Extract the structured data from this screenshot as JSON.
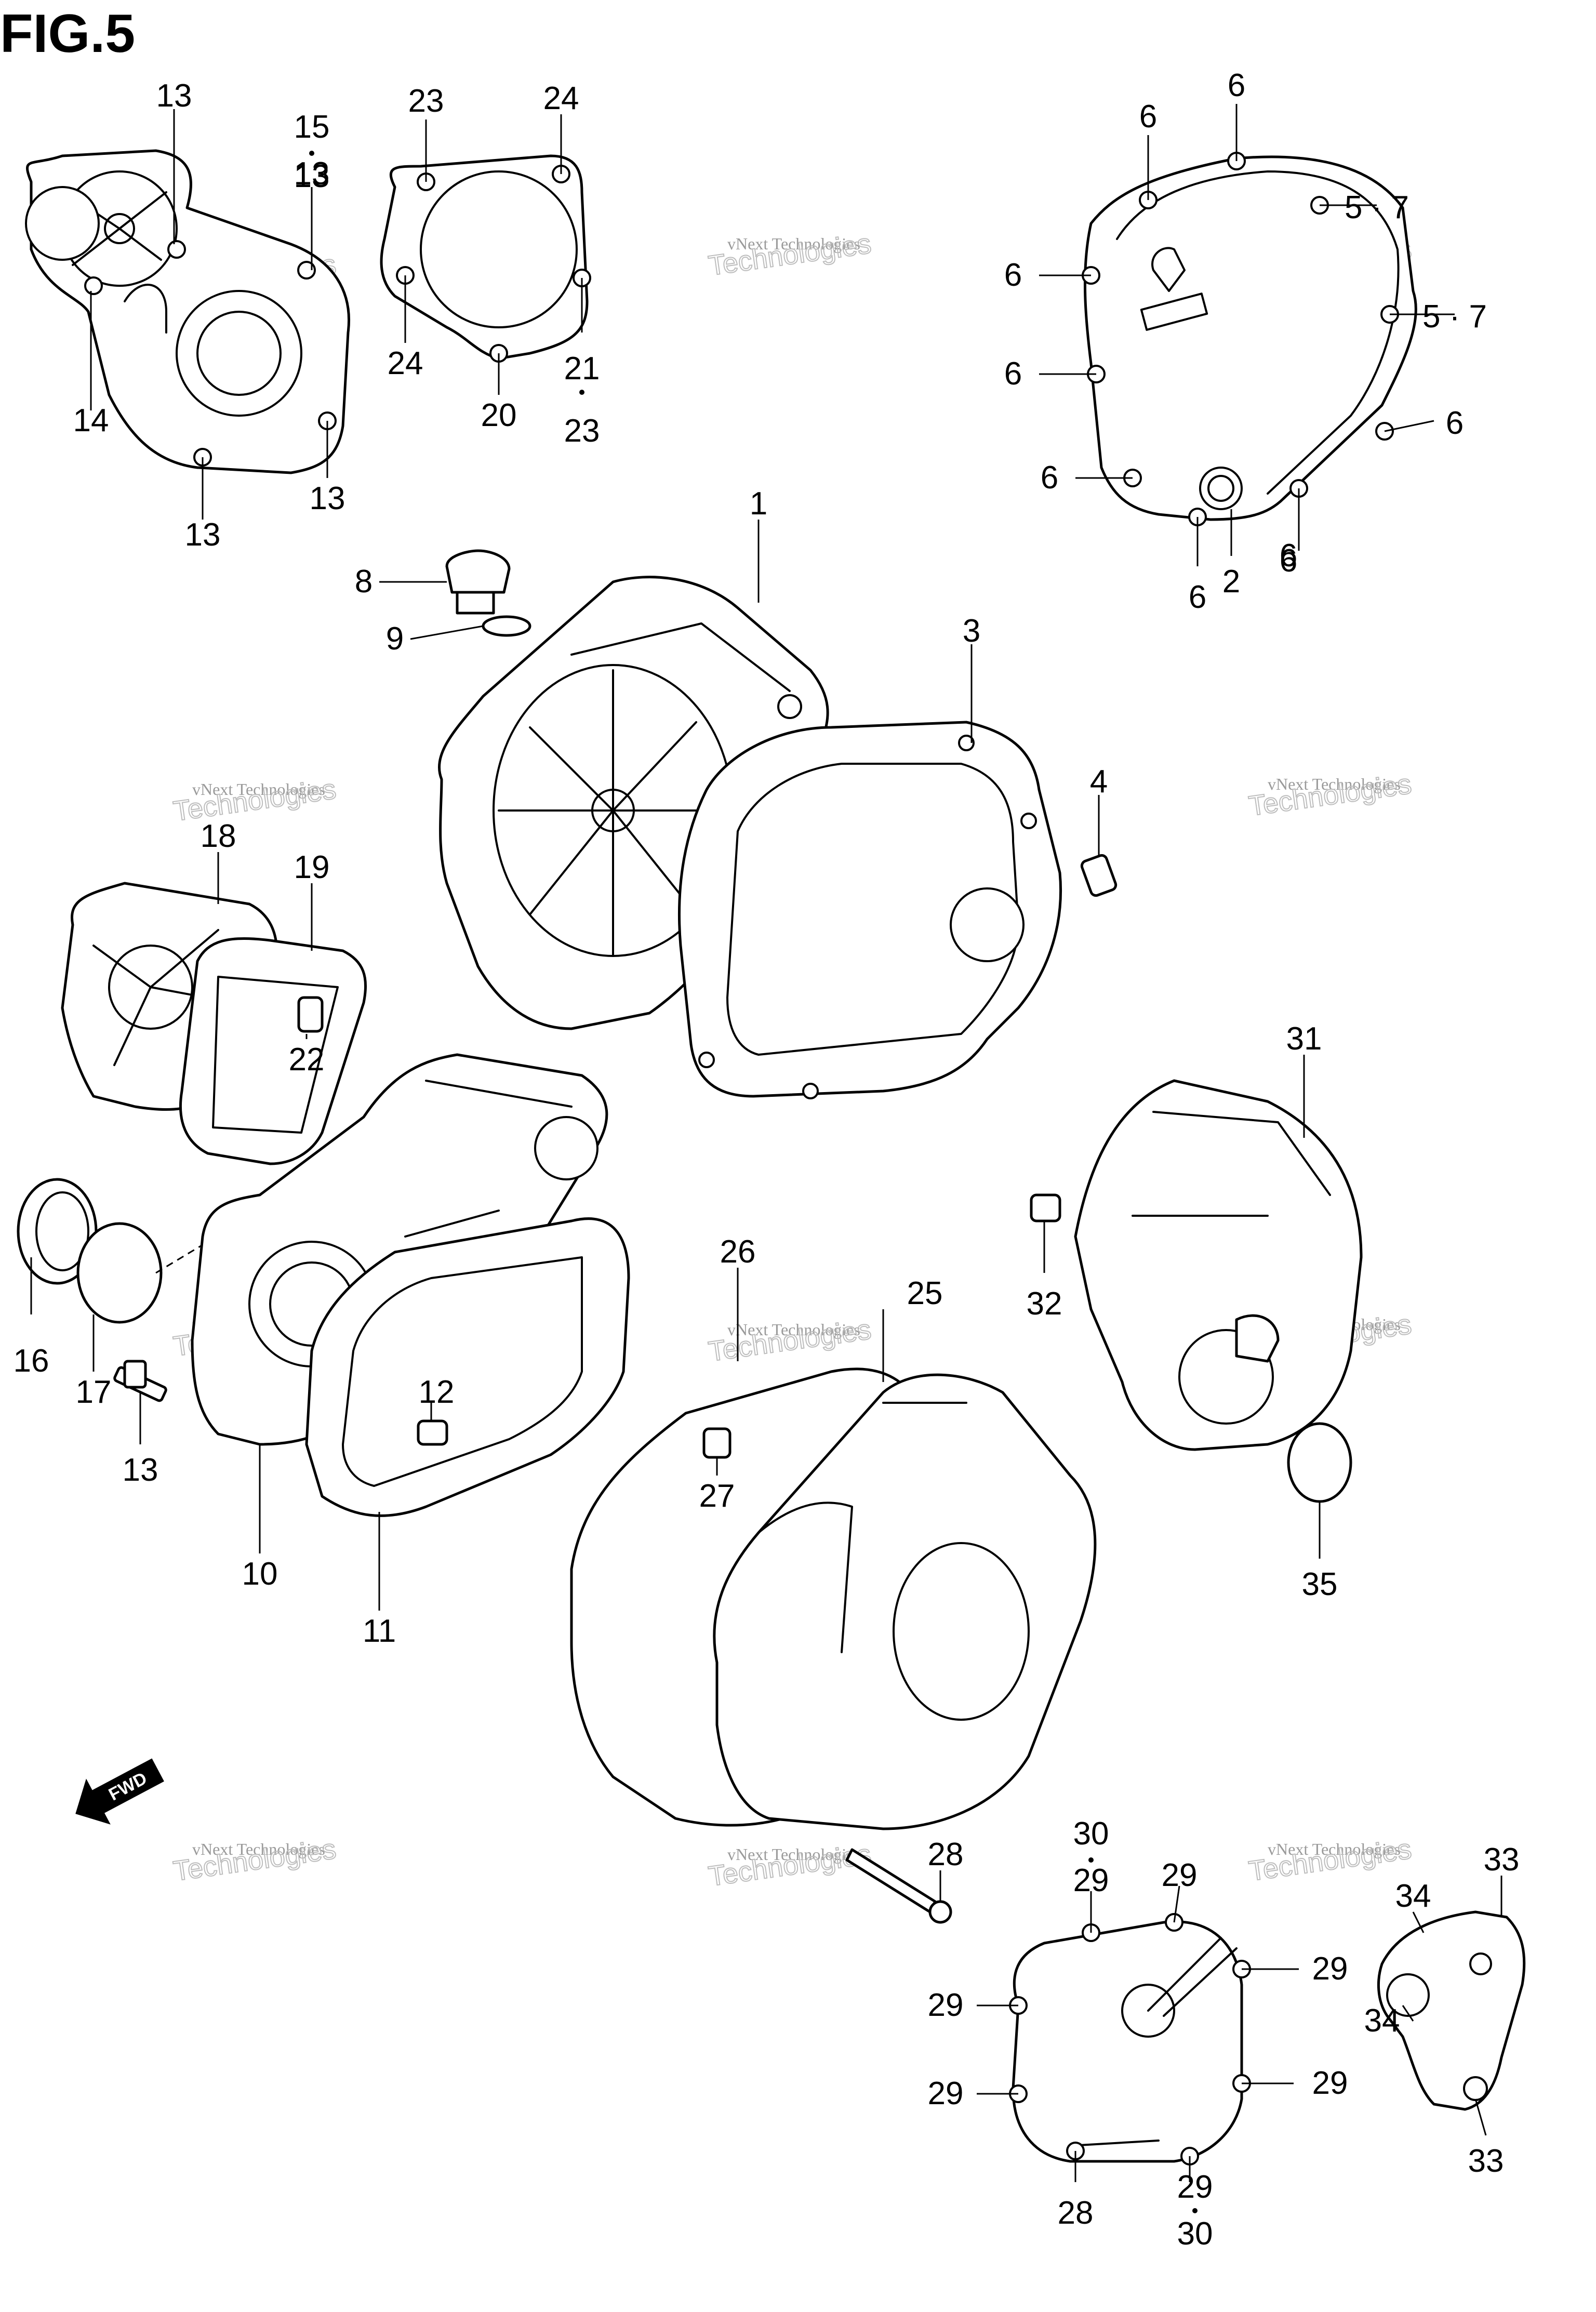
{
  "figure": {
    "title": "FIG.5"
  },
  "watermark": {
    "line1": "vNext Technologies",
    "line2": "Technologies"
  },
  "fwd": {
    "label": "FWD"
  },
  "callouts": [
    {
      "id": "c1",
      "text": "1"
    },
    {
      "id": "c2",
      "text": "2"
    },
    {
      "id": "c3",
      "text": "3"
    },
    {
      "id": "c4",
      "text": "4"
    },
    {
      "id": "c5-7a",
      "text": "5 · 7"
    },
    {
      "id": "c5-7b",
      "text": "5 · 7"
    },
    {
      "id": "c6a",
      "text": "6"
    },
    {
      "id": "c6b",
      "text": "6"
    },
    {
      "id": "c6c",
      "text": "6"
    },
    {
      "id": "c6d",
      "text": "6"
    },
    {
      "id": "c6e",
      "text": "6"
    },
    {
      "id": "c6f",
      "text": "6"
    },
    {
      "id": "c6g",
      "text": "6"
    },
    {
      "id": "c6h",
      "text": "6"
    },
    {
      "id": "c6i",
      "text": "6"
    },
    {
      "id": "c8",
      "text": "8"
    },
    {
      "id": "c9",
      "text": "9"
    },
    {
      "id": "c10",
      "text": "10"
    },
    {
      "id": "c11",
      "text": "11"
    },
    {
      "id": "c12",
      "text": "12"
    },
    {
      "id": "c13a",
      "text": "13"
    },
    {
      "id": "c13b",
      "text": "13"
    },
    {
      "id": "c13c",
      "text": "13"
    },
    {
      "id": "c13d",
      "text": "13"
    },
    {
      "id": "c13e",
      "text": "13"
    },
    {
      "id": "c14",
      "text": "14"
    },
    {
      "id": "c15",
      "text": "15"
    },
    {
      "id": "c13f",
      "text": "13"
    },
    {
      "id": "c16",
      "text": "16"
    },
    {
      "id": "c17",
      "text": "17"
    },
    {
      "id": "c18",
      "text": "18"
    },
    {
      "id": "c19",
      "text": "19"
    },
    {
      "id": "c20",
      "text": "20"
    },
    {
      "id": "c21",
      "text": "21"
    },
    {
      "id": "c23b",
      "text": "23"
    },
    {
      "id": "c22",
      "text": "22"
    },
    {
      "id": "c23a",
      "text": "23"
    },
    {
      "id": "c24a",
      "text": "24"
    },
    {
      "id": "c24b",
      "text": "24"
    },
    {
      "id": "c25",
      "text": "25"
    },
    {
      "id": "c26",
      "text": "26"
    },
    {
      "id": "c27",
      "text": "27"
    },
    {
      "id": "c28a",
      "text": "28"
    },
    {
      "id": "c28b",
      "text": "28"
    },
    {
      "id": "c30a",
      "text": "30"
    },
    {
      "id": "c29a",
      "text": "29"
    },
    {
      "id": "c29b",
      "text": "29"
    },
    {
      "id": "c29c",
      "text": "29"
    },
    {
      "id": "c29d",
      "text": "29"
    },
    {
      "id": "c29e",
      "text": "29"
    },
    {
      "id": "c29f",
      "text": "29"
    },
    {
      "id": "c29g",
      "text": "29"
    },
    {
      "id": "c30b",
      "text": "30"
    },
    {
      "id": "c31",
      "text": "31"
    },
    {
      "id": "c32",
      "text": "32"
    },
    {
      "id": "c33a",
      "text": "33"
    },
    {
      "id": "c33b",
      "text": "33"
    },
    {
      "id": "c34a",
      "text": "34"
    },
    {
      "id": "c34b",
      "text": "34"
    },
    {
      "id": "c35",
      "text": "35"
    }
  ]
}
